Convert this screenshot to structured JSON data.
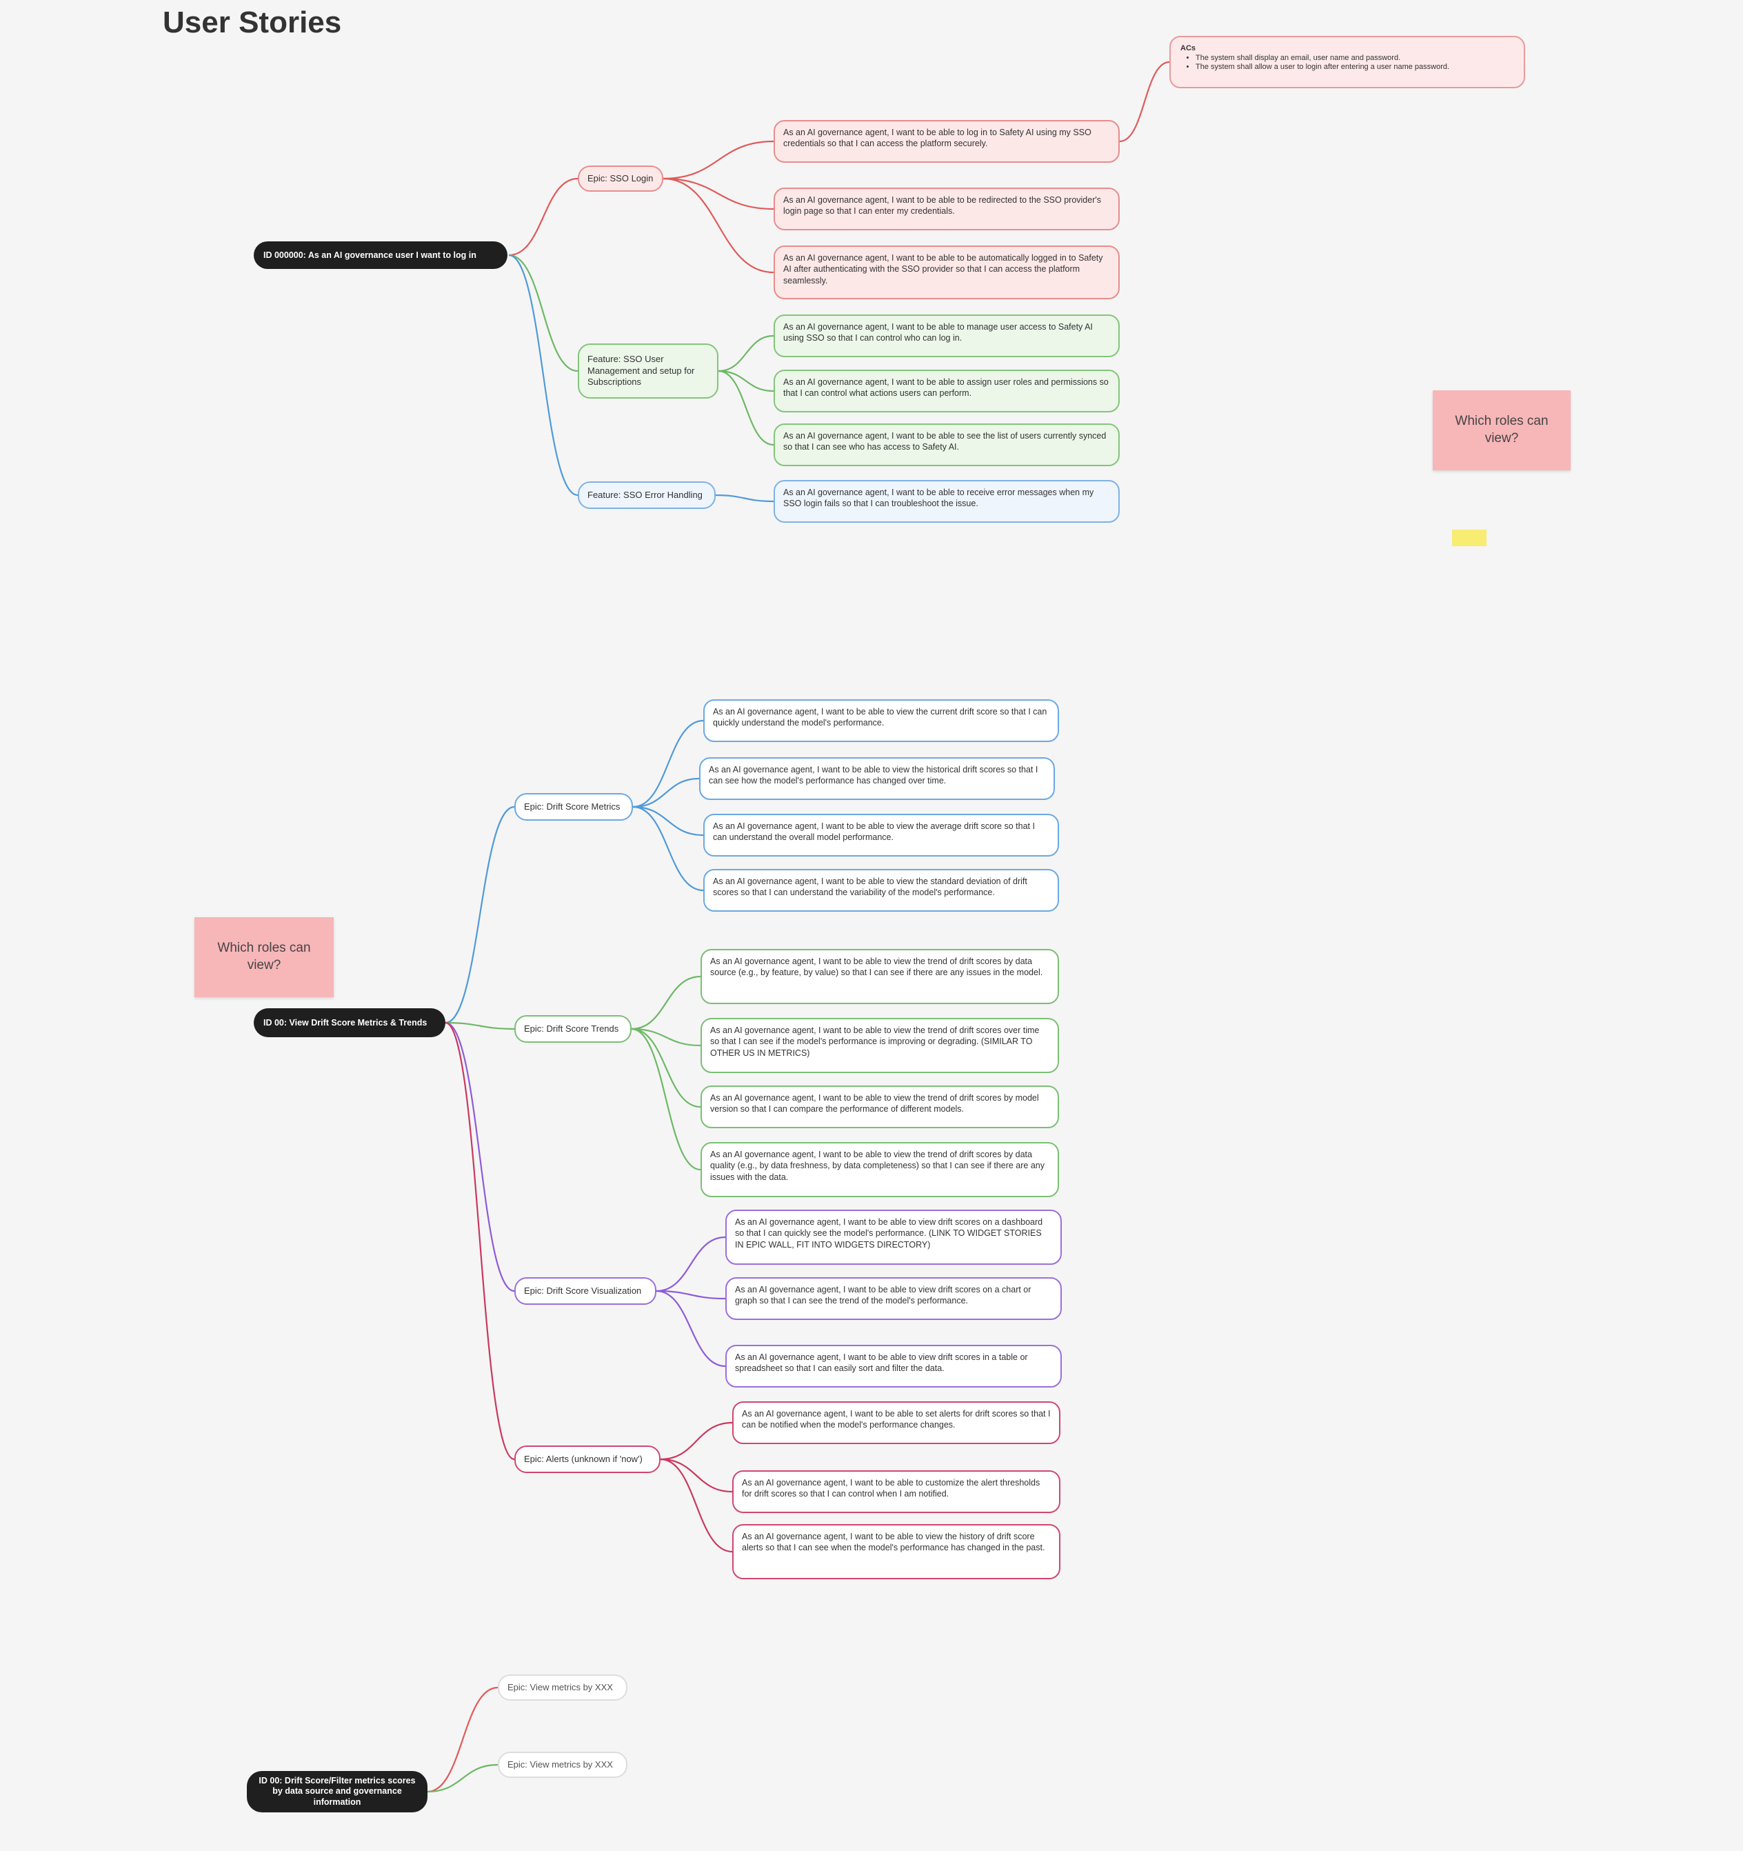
{
  "title": "User Stories",
  "colors": {
    "red": "#e05a5a",
    "green": "#6db865",
    "blue": "#4f9ad9",
    "purple": "#8e5bd8",
    "crimson": "#c9385f"
  },
  "stickies": {
    "roles_question_1": "Which roles can view?",
    "roles_question_2": "Which roles can view?",
    "yellow_note": ""
  },
  "tree1": {
    "root": "ID 000000: As an AI governance user I want to log in",
    "acs": {
      "heading": "ACs",
      "items": [
        "The system shall display an email, user name and password.",
        "The system shall allow a user to login after entering a user name password."
      ]
    },
    "epic_sso_login": {
      "label": "Epic: SSO Login",
      "stories": [
        "As an AI governance agent, I want to be able to log in to Safety AI using my SSO credentials so that I can access the platform securely.",
        "As an AI governance agent, I want to be able to be redirected to the SSO provider's login page so that I can enter my credentials.",
        "As an AI governance agent, I want to be able to be automatically logged in to Safety AI after authenticating with the SSO provider so that I can access the platform seamlessly."
      ]
    },
    "feature_user_mgmt": {
      "label": "Feature: SSO User Management and setup for Subscriptions",
      "stories": [
        "As an AI governance agent, I want to be able to manage user access to Safety AI using SSO so that I can control who can log in.",
        "As an AI governance agent, I want to be able to assign user roles and permissions so that I can control what actions users can perform.",
        "As an AI governance agent, I want to be able to see the list of users currently synced so that I can see who has access to Safety AI."
      ]
    },
    "feature_error_handling": {
      "label": "Feature: SSO Error Handling",
      "stories": [
        "As an AI governance agent, I want to be able to receive error messages when my SSO login fails so that I can troubleshoot the issue."
      ]
    }
  },
  "tree2": {
    "root": "ID 00: View Drift Score Metrics & Trends",
    "epic_metrics": {
      "label": "Epic: Drift Score Metrics",
      "stories": [
        "As an AI governance agent, I want to be able to view the current drift score so that I can quickly understand the model's performance.",
        "As an AI governance agent, I want to be able to view the historical drift scores so that I can see how the model's performance has changed over time.",
        "As an AI governance agent, I want to be able to view the average drift score so that I can understand the overall model performance.",
        "As an AI governance agent, I want to be able to view the standard deviation of drift scores so that I can understand the variability of the model's performance."
      ]
    },
    "epic_trends": {
      "label": "Epic: Drift Score Trends",
      "stories": [
        "As an AI governance agent, I want to be able to view the trend of drift scores by data source (e.g., by feature, by value) so that I can see if there are any issues in the model.",
        "As an AI governance agent, I want to be able to view the trend of drift scores over time so that I can see if the model's performance is improving or degrading. (SIMILAR TO OTHER US IN METRICS)",
        "As an AI governance agent, I want to be able to view the trend of drift scores by model version so that I can compare the performance of different models.",
        "As an AI governance agent, I want to be able to view the trend of drift scores by data quality (e.g., by data freshness, by data completeness) so that I can see if there are any issues with the data."
      ]
    },
    "epic_visualization": {
      "label": "Epic: Drift Score Visualization",
      "stories": [
        "As an AI governance agent, I want to be able to view drift scores on a dashboard so that I can quickly see the model's performance. (LINK TO WIDGET STORIES IN EPIC WALL, FIT INTO WIDGETS DIRECTORY)",
        "As an AI governance agent, I want to be able to view drift scores on a chart or graph so that I can see the trend of the model's performance.",
        "As an AI governance agent, I want to be able to view drift scores in a table or spreadsheet so that I can easily sort and filter the data."
      ]
    },
    "epic_alerts": {
      "label": "Epic: Alerts (unknown if 'now')",
      "stories": [
        "As an AI governance agent, I want to be able to set alerts for drift scores so that I can be notified when the model's performance changes.",
        "As an AI governance agent, I want to be able to customize the alert thresholds for drift scores so that I can control when I am notified.",
        "As an AI governance agent, I want to be able to view the history of drift score alerts so that I can see when the model's performance has changed in the past."
      ]
    }
  },
  "tree3": {
    "root": "ID 00: Drift Score/Filter metrics scores by data source and governance information",
    "epics": [
      "Epic: View metrics by XXX",
      "Epic: View metrics by XXX"
    ]
  }
}
